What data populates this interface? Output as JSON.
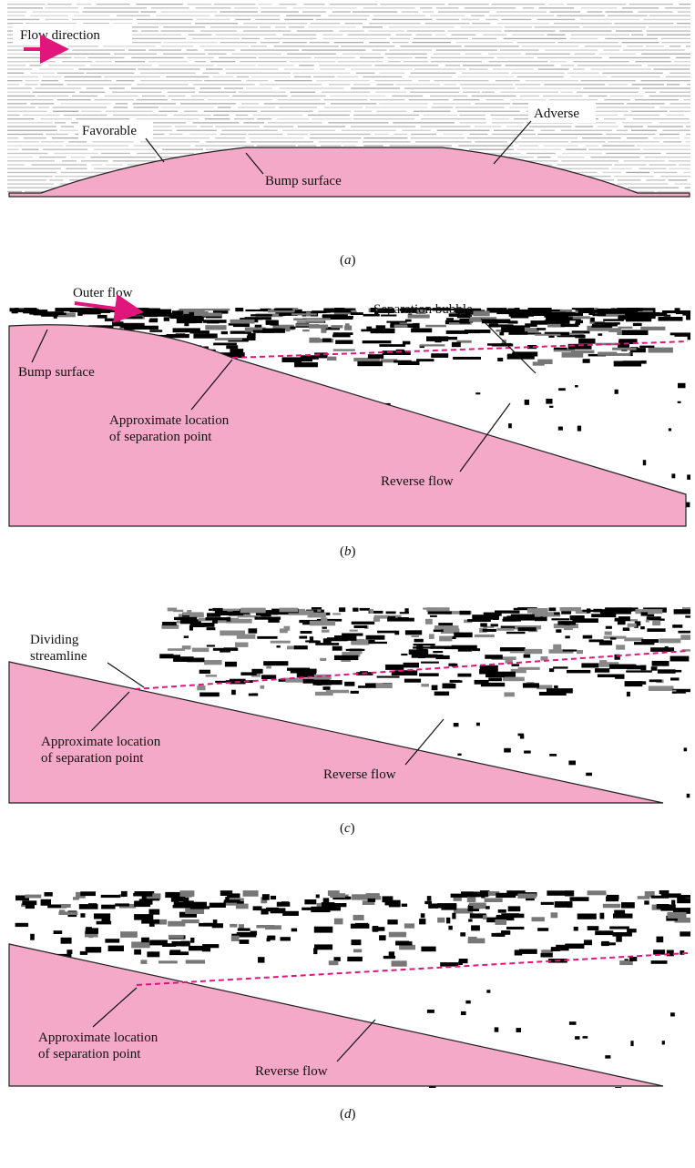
{
  "colors": {
    "bump_fill": "#f5a9c8",
    "accent_magenta": "#e0167d",
    "streak_gray": "#b9b9b9",
    "ink": "#000000"
  },
  "panels": {
    "a": {
      "caption_letter": "a",
      "flow_direction": "Flow direction",
      "favorable": "Favorable",
      "adverse": "Adverse",
      "bump_surface": "Bump surface"
    },
    "b": {
      "caption_letter": "b",
      "outer_flow": "Outer flow",
      "separation_bubble": "Separation bubble",
      "bump_surface": "Bump surface",
      "approx_location_line1": "Approximate location",
      "approx_location_line2": "of separation point",
      "reverse_flow": "Reverse flow"
    },
    "c": {
      "caption_letter": "c",
      "dividing_line1": "Dividing",
      "dividing_line2": "streamline",
      "approx_location_line1": "Approximate location",
      "approx_location_line2": "of separation point",
      "reverse_flow": "Reverse flow"
    },
    "d": {
      "caption_letter": "d",
      "approx_location_line1": "Approximate location",
      "approx_location_line2": "of separation point",
      "reverse_flow": "Reverse flow"
    }
  }
}
